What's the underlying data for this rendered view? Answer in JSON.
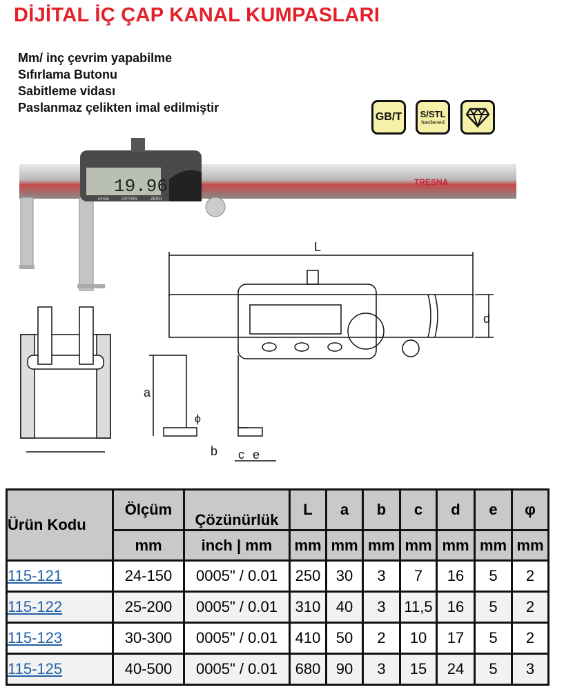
{
  "title": "DİJİTAL İÇ ÇAP KANAL KUMPASLARI",
  "features": [
    "Mm/ inç çevrim yapabilme",
    "Sıfırlama Butonu",
    "Sabitleme vidası",
    "Paslanmaz çelikten imal edilmiştir"
  ],
  "badges": [
    {
      "label": "GB/T"
    },
    {
      "label": "S/STL",
      "sub": "hardened"
    },
    {
      "icon": "diamond-icon"
    }
  ],
  "product_image": {
    "display_value": "19.96",
    "brand": "TRESNA",
    "buttons": [
      "mm/in",
      "OFF/ON",
      "ZERO"
    ]
  },
  "diagram_labels": {
    "L": "L",
    "a": "a",
    "b": "b",
    "c": "c",
    "d": "d",
    "e": "e",
    "phi": "ϕ"
  },
  "table": {
    "headers": {
      "code": "Ürün Kodu",
      "range": "Ölçüm",
      "resolution": "Çözünürlük",
      "L": "L",
      "a": "a",
      "b": "b",
      "c": "c",
      "d": "d",
      "e": "e",
      "phi": "φ"
    },
    "units": {
      "range": "mm",
      "resolution": "inch | mm",
      "L": "mm",
      "a": "mm",
      "b": "mm",
      "c": "mm",
      "d": "mm",
      "e": "mm",
      "phi": "mm"
    },
    "rows": [
      {
        "code": "115-121",
        "range": "24-150",
        "resolution": "0005\" / 0.01",
        "L": "250",
        "a": "30",
        "b": "3",
        "c": "7",
        "d": "16",
        "e": "5",
        "phi": "2"
      },
      {
        "code": "115-122",
        "range": "25-200",
        "resolution": "0005\" / 0.01",
        "L": "310",
        "a": "40",
        "b": "3",
        "c": "11,5",
        "d": "16",
        "e": "5",
        "phi": "2"
      },
      {
        "code": "115-123",
        "range": "30-300",
        "resolution": "0005\" / 0.01",
        "L": "410",
        "a": "50",
        "b": "2",
        "c": "10",
        "d": "17",
        "e": "5",
        "phi": "2"
      },
      {
        "code": "115-125",
        "range": "40-500",
        "resolution": "0005\" / 0.01",
        "L": "680",
        "a": "90",
        "b": "3",
        "c": "15",
        "d": "24",
        "e": "5",
        "phi": "3"
      }
    ]
  }
}
